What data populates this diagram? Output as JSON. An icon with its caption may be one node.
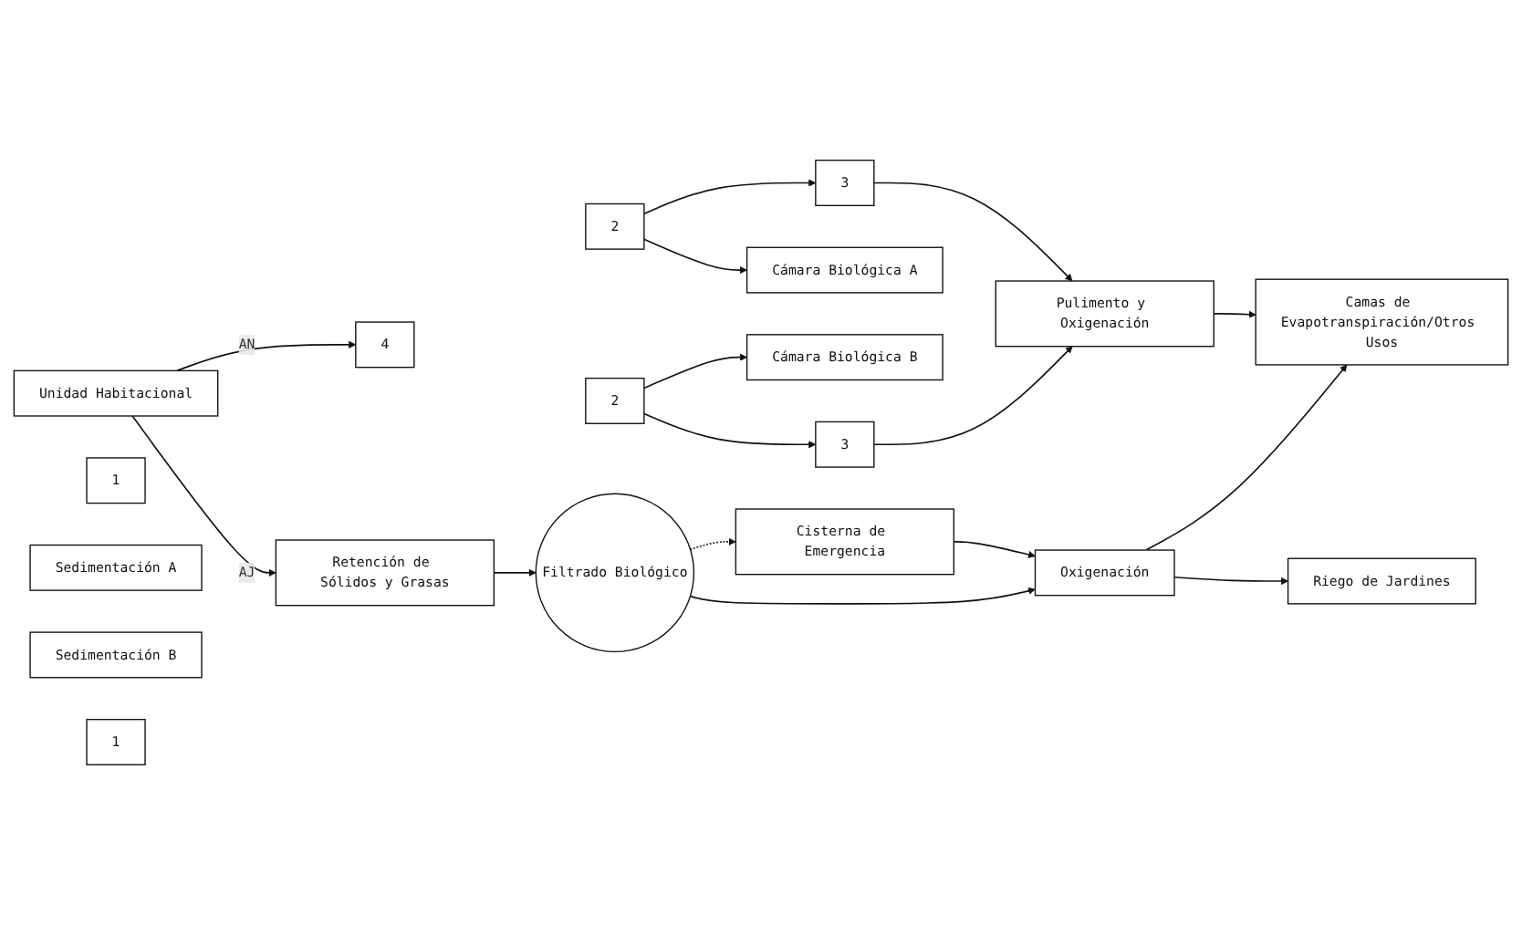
{
  "diagram": {
    "nodes": [
      {
        "text": [
          "Unidad Habitacional"
        ]
      },
      {
        "text": [
          "Pulimento y Oxigenación"
        ]
      },
      {
        "text": [
          "Retención de Sólidos y Grasas"
        ]
      },
      {
        "text": [
          "Cámara Biológica A"
        ]
      },
      {
        "text": [
          "1"
        ]
      },
      {
        "text": [
          "2"
        ]
      },
      {
        "text": [
          "3"
        ]
      },
      {
        "text": [
          "4"
        ]
      },
      {
        "text": [
          "Sedimentación A"
        ]
      },
      {
        "text": [
          "Sedimentación B"
        ]
      },
      {
        "text": [
          "3"
        ]
      },
      {
        "text": [
          "2"
        ]
      },
      {
        "text": [
          "1"
        ]
      },
      {
        "text": [
          "Cámara Biológica B"
        ]
      },
      {
        "text": [
          "Filtrado Biológico"
        ]
      },
      {
        "text": [
          "Cisterna de Emergencia"
        ]
      },
      {
        "text": [
          "Oxigenación"
        ]
      },
      {
        "text": [
          "Camas de Evapotranspiración/Otros Usos"
        ]
      },
      {
        "text": [
          "Riego de Jardines"
        ]
      }
    ],
    "edges": [
      {
        "from": 0,
        "to": 2,
        "arrow": "to",
        "label": "AJ"
      },
      {
        "from": 0,
        "to": 7,
        "arrow": "to",
        "label": "AN"
      },
      {
        "from": 5,
        "to": 3,
        "arrow": "to"
      },
      {
        "from": 5,
        "to": 6,
        "arrow": "to"
      },
      {
        "from": 6,
        "to": 1,
        "arrow": "to"
      },
      {
        "from": 10,
        "to": 1,
        "arrow": "to"
      },
      {
        "from": 11,
        "to": 10,
        "arrow": "to"
      },
      {
        "from": 11,
        "to": 13,
        "arrow": "to"
      },
      {
        "from": 2,
        "to": 14,
        "arrow": "to"
      },
      {
        "from": 14,
        "to": 16,
        "arrow": "to"
      },
      {
        "from": 14,
        "to": 15,
        "arrow": "to",
        "style": "dashed"
      },
      {
        "from": 15,
        "to": 16,
        "arrow": "to"
      },
      {
        "from": 16,
        "to": 18,
        "arrow": "to"
      },
      {
        "from": 16,
        "to": 17,
        "arrow": "to"
      },
      {
        "from": 1,
        "to": 17,
        "arrow": "to"
      }
    ]
  }
}
